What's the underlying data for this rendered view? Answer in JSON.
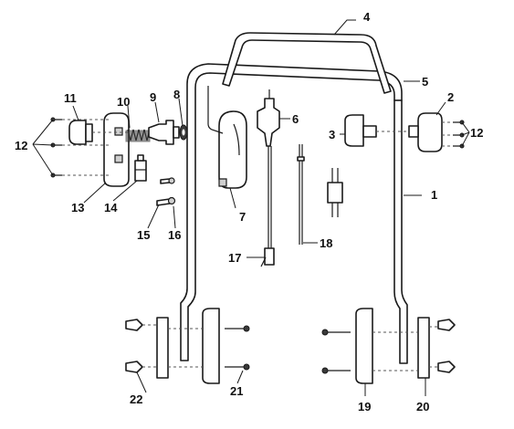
{
  "diagram": {
    "labels": [
      "1",
      "2",
      "3",
      "4",
      "5",
      "6",
      "7",
      "8",
      "9",
      "10",
      "11",
      "12",
      "12",
      "13",
      "14",
      "15",
      "16",
      "17",
      "18",
      "19",
      "20",
      "21",
      "22"
    ]
  }
}
